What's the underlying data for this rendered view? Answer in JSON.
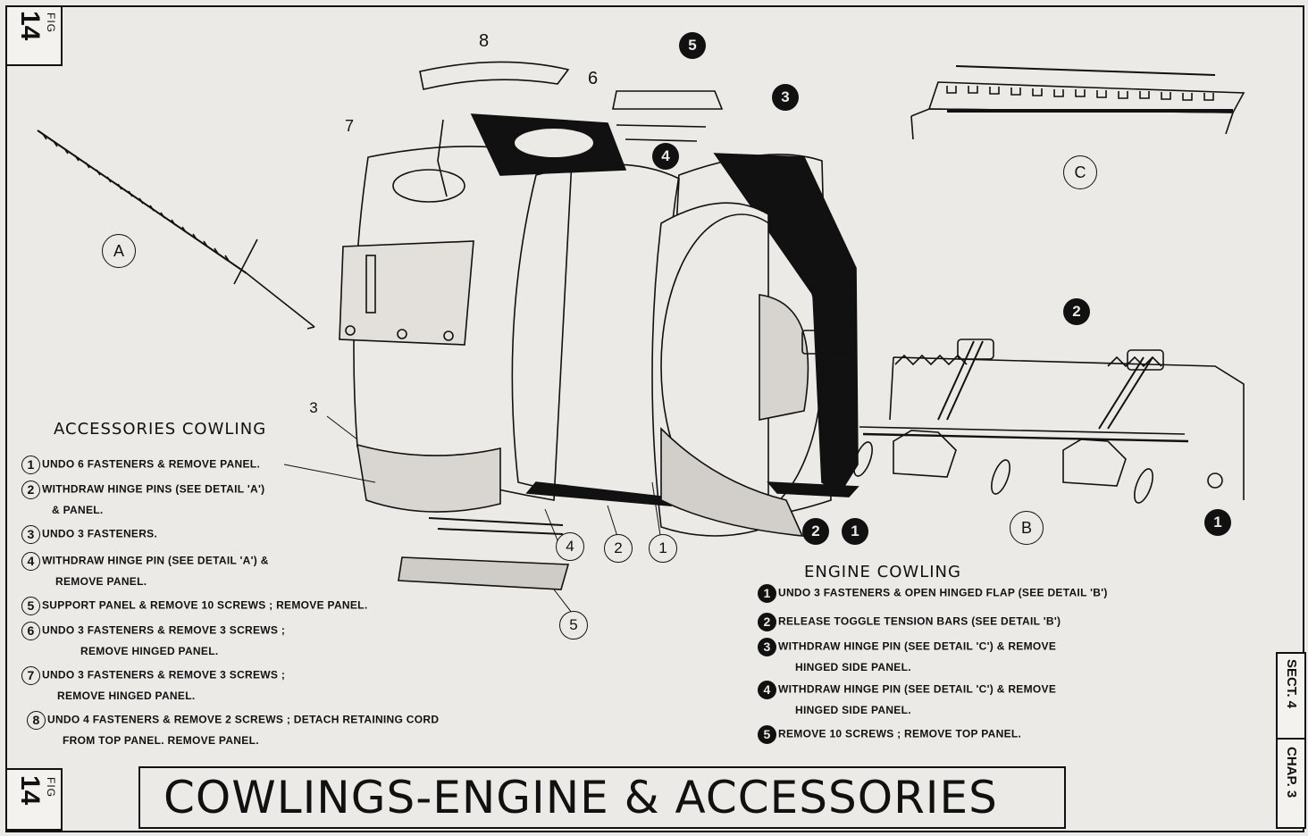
{
  "fig_label": {
    "word": "FIG",
    "number": "14"
  },
  "title": "COWLINGS-ENGINE & ACCESSORIES",
  "section": {
    "sect": "SECT. 4",
    "chap": "CHAP. 3"
  },
  "detail_labels": {
    "a": "A",
    "b": "B",
    "c": "C"
  },
  "callouts": {
    "top_8": "8",
    "top_6": "6",
    "top_7": "7",
    "top_5": "5",
    "top_3": "3",
    "top_4": "4",
    "left_3": "3",
    "bottom_4": "4",
    "bottom_2": "2",
    "bottom_1": "1",
    "bottom_5": "5",
    "eng_2": "2",
    "eng_1": "1",
    "detail_b_2": "2",
    "detail_b_1": "1"
  },
  "accessories": {
    "heading": "ACCESSORIES COWLING",
    "steps": [
      {
        "num": "1",
        "line1": "UNDO 6 FASTENERS & REMOVE PANEL.",
        "line2": ""
      },
      {
        "num": "2",
        "line1": "WITHDRAW HINGE PINS (SEE DETAIL 'A')",
        "line2": "& PANEL."
      },
      {
        "num": "3",
        "line1": "UNDO 3 FASTENERS.",
        "line2": ""
      },
      {
        "num": "4",
        "line1": "WITHDRAW HINGE PIN (SEE DETAIL 'A') &",
        "line2": "REMOVE PANEL."
      },
      {
        "num": "5",
        "line1": "SUPPORT PANEL & REMOVE 10 SCREWS ; REMOVE PANEL.",
        "line2": ""
      },
      {
        "num": "6",
        "line1": "UNDO 3 FASTENERS & REMOVE 3 SCREWS ;",
        "line2": "REMOVE HINGED PANEL."
      },
      {
        "num": "7",
        "line1": "UNDO 3 FASTENERS & REMOVE 3 SCREWS ;",
        "line2": "REMOVE HINGED PANEL."
      },
      {
        "num": "8",
        "line1": "UNDO 4 FASTENERS & REMOVE 2 SCREWS ; DETACH RETAINING CORD",
        "line2": "FROM TOP PANEL.   REMOVE PANEL."
      }
    ]
  },
  "engine": {
    "heading": "ENGINE COWLING",
    "steps": [
      {
        "num": "1",
        "line1": "UNDO 3 FASTENERS & OPEN HINGED FLAP (SEE DETAIL 'B')",
        "line2": ""
      },
      {
        "num": "2",
        "line1": "RELEASE TOGGLE TENSION BARS (SEE DETAIL 'B')",
        "line2": ""
      },
      {
        "num": "3",
        "line1": "WITHDRAW HINGE PIN (SEE DETAIL 'C')   & REMOVE",
        "line2": "HINGED SIDE PANEL."
      },
      {
        "num": "4",
        "line1": "WITHDRAW HINGE PIN (SEE DETAIL 'C')   & REMOVE",
        "line2": "HINGED SIDE PANEL."
      },
      {
        "num": "5",
        "line1": "REMOVE 10 SCREWS ;   REMOVE TOP PANEL.",
        "line2": ""
      }
    ]
  }
}
